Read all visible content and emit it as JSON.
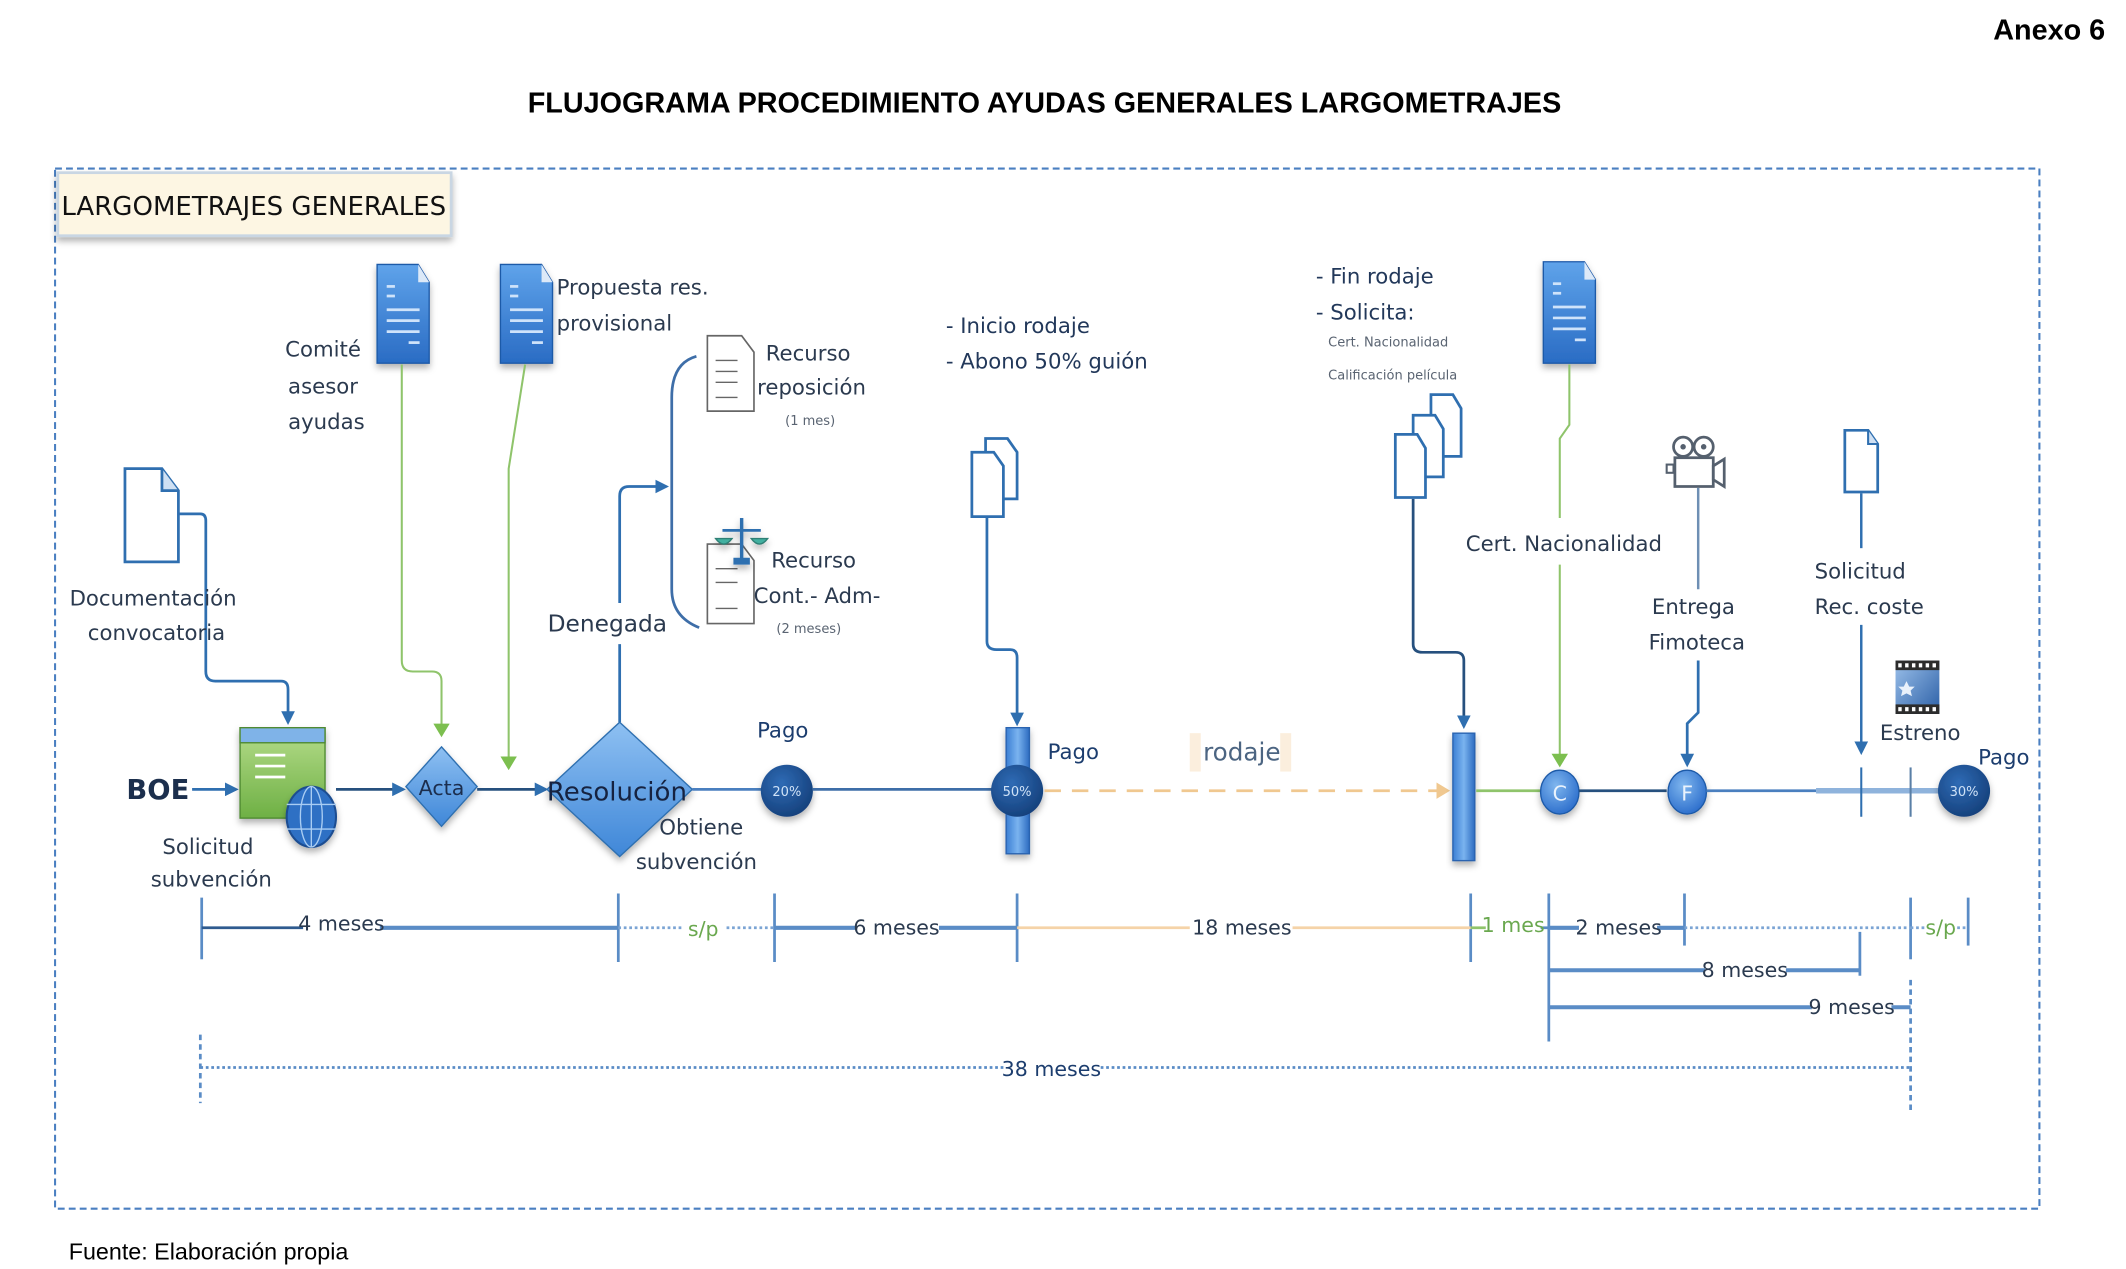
{
  "header": {
    "annex": "Anexo 6",
    "title": "FLUJOGRAMA PROCEDIMIENTO AYUDAS GENERALES LARGOMETRAJES"
  },
  "panel": {
    "title": "LARGOMETRAJES GENERALES"
  },
  "nodes": {
    "boe": "BOE",
    "documentacion": [
      "Documentación",
      "convocatoria"
    ],
    "solicitud": [
      "Solicitud",
      "subvención"
    ],
    "comite": [
      "Comité",
      "asesor",
      "ayudas"
    ],
    "propuesta": [
      "Propuesta res.",
      "provisional"
    ],
    "acta": "Acta",
    "resolucion": "Resolución",
    "denegada": "Denegada",
    "obtiene": [
      "Obtiene",
      "subvención"
    ],
    "recurso_reposicion": [
      "Recurso",
      "reposición",
      "(1 mes)"
    ],
    "recurso_contencioso": [
      "Recurso",
      "Cont.- Adm-",
      "(2 meses)"
    ],
    "inicio_rodaje": [
      "- Inicio rodaje",
      "- Abono 50% guión"
    ],
    "fin_rodaje": [
      "- Fin rodaje",
      "- Solicita:",
      "Cert. Nacionalidad",
      "Calificación película"
    ],
    "cert_nacionalidad": "Cert. Nacionalidad",
    "entrega_filmoteca": [
      "Entrega",
      "Fimoteca"
    ],
    "solicitud_coste": [
      "Solicitud",
      "Rec. coste"
    ],
    "estreno": "Estreno",
    "rodaje": "rodaje",
    "c_marker": "C",
    "f_marker": "F"
  },
  "payments": [
    {
      "label": "Pago",
      "percent": "20%"
    },
    {
      "label": "Pago",
      "percent": "50%"
    },
    {
      "label": "Pago",
      "percent": "30%"
    }
  ],
  "durations": {
    "d1": "4 meses",
    "sp1": "s/p",
    "d2": "6 meses",
    "d3": "18 meses",
    "d4": "1 mes",
    "d5": "2 meses",
    "sp2": "s/p",
    "d6": "8 meses",
    "d7": "9 meses",
    "total": "38 meses"
  },
  "colors": {
    "primary_blue": "#2f6fb0",
    "dark_blue": "#1a4f8f",
    "green": "#8fc46b",
    "orange_dash": "#f0c890",
    "panel_title_bg": "#fdf6e3"
  },
  "footer": {
    "source": "Fuente: Elaboración propia"
  }
}
